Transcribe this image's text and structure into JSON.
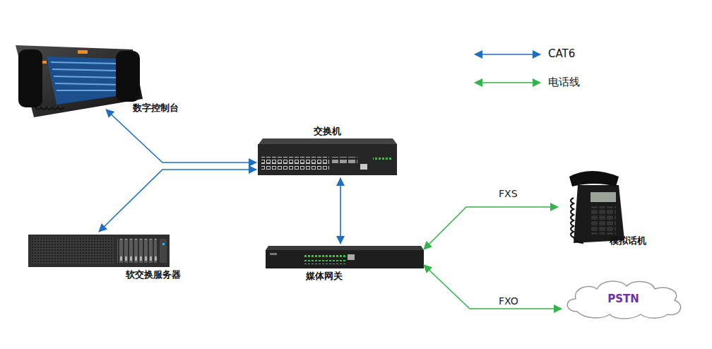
{
  "diagram": {
    "nodes": [
      {
        "text": [
          "数字控制台"
        ]
      },
      {
        "text": [
          "交换机"
        ]
      },
      {
        "text": [
          "模拟话机"
        ]
      },
      {
        "text": [
          "软交换服务器"
        ]
      },
      {
        "text": [
          "媒体网关"
        ]
      },
      {
        "text": [
          "PSTN"
        ]
      }
    ],
    "edges": [
      {
        "from": 0,
        "to": 1,
        "arrow": "both"
      },
      {
        "from": 3,
        "to": 1,
        "arrow": "both"
      },
      {
        "from": 1,
        "to": 4,
        "arrow": "both"
      },
      {
        "from": 4,
        "to": 2,
        "label": "FXS",
        "arrow": "both"
      },
      {
        "from": 4,
        "to": 5,
        "label": "FXO",
        "arrow": "both"
      }
    ],
    "legend": [
      {
        "text": "CAT6"
      },
      {
        "text": "电话线"
      }
    ]
  }
}
